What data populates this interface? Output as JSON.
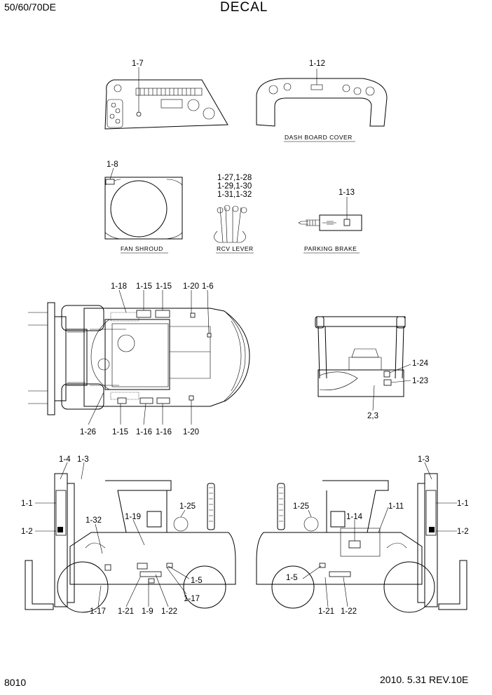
{
  "header": {
    "model": "50/60/70DE",
    "title": "DECAL"
  },
  "footer": {
    "page": "8010",
    "revision": "2010. 5.31  REV.10E"
  },
  "captions": {
    "dash_board_cover": "DASH BOARD COVER",
    "fan_shroud": "FAN SHROUD",
    "rcv_lever": "RCV LEVER",
    "parking_brake": "PARKING BRAKE"
  },
  "callouts": {
    "c1_7": "1-7",
    "c1_12": "1-12",
    "c1_8": "1-8",
    "c1_27": "1-27,1-28",
    "c1_29": "1-29,1-30",
    "c1_31": "1-31,1-32",
    "c1_13": "1-13",
    "top_1_18": "1-18",
    "top_1_15a": "1-15",
    "top_1_15b": "1-15",
    "top_1_20": "1-20",
    "top_1_6": "1-6",
    "top_1_26": "1-26",
    "top_1_15c": "1-15",
    "top_1_16a": "1-16",
    "top_1_16b": "1-16",
    "top_1_20b": "1-20",
    "rear_1_24": "1-24",
    "rear_1_23": "1-23",
    "rear_2_3": "2,3",
    "left_1_4": "1-4",
    "left_1_3": "1-3",
    "left_1_1": "1-1",
    "left_1_2": "1-2",
    "left_1_32": "1-32",
    "left_1_19": "1-19",
    "left_1_25": "1-25",
    "left_1_5": "1-5",
    "left_1_17a": "1-17",
    "left_1_17b": "1-17",
    "left_1_21": "1-21",
    "left_1_9": "1-9",
    "left_1_22": "1-22",
    "right_1_3": "1-3",
    "right_1_1": "1-1",
    "right_1_2": "1-2",
    "right_1_25": "1-25",
    "right_1_14": "1-14",
    "right_1_11": "1-11",
    "right_1_5": "1-5",
    "right_1_21": "1-21",
    "right_1_22": "1-22"
  },
  "icons": [
    "dash-panel",
    "dash-board-cover",
    "fan-shroud",
    "rcv-lever",
    "parking-brake",
    "forklift-top-view",
    "forklift-rear-view",
    "forklift-left-side",
    "forklift-right-side"
  ]
}
